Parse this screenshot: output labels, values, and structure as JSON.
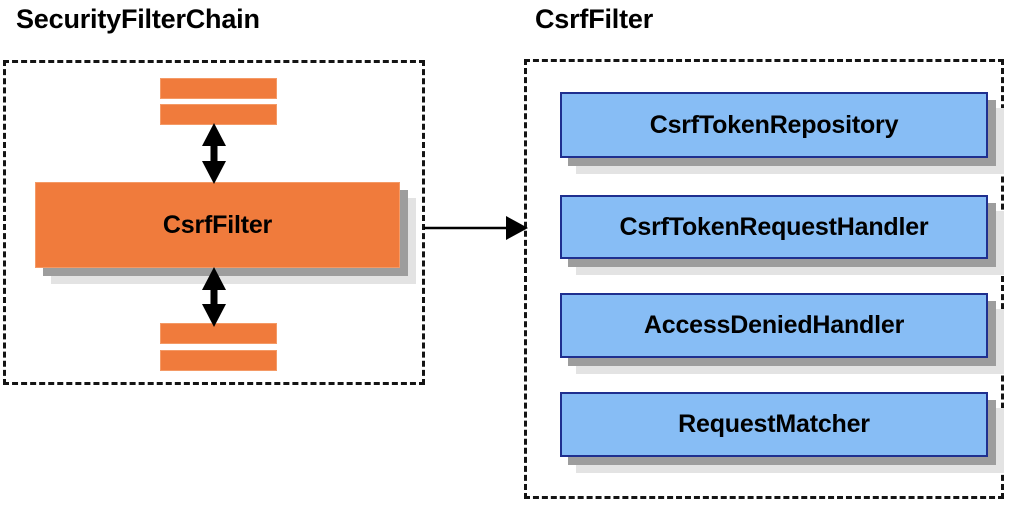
{
  "diagram": {
    "type": "component-relationship-diagram",
    "background": "#ffffff",
    "colors": {
      "orange_fill": "#F07B3C",
      "orange_border": "#F49A66",
      "blue_fill": "#87BDF5",
      "blue_border": "#1F2F8F",
      "shadow_dark": "#9d9d9d",
      "shadow_light": "#e3e3e3",
      "dashed_border": "#141414",
      "text": "#000000"
    }
  },
  "panels": {
    "left": {
      "title": "SecurityFilterChain",
      "focus_node": {
        "label": "CsrfFilter"
      },
      "top_bars": [
        {
          "name": "filter-bar-top-1"
        },
        {
          "name": "filter-bar-top-2"
        }
      ],
      "bottom_bars": [
        {
          "name": "filter-bar-bottom-1"
        },
        {
          "name": "filter-bar-bottom-2"
        }
      ],
      "connectors": [
        {
          "name": "arrow-up-down-above-csrffilter",
          "kind": "double-headed-vertical"
        },
        {
          "name": "arrow-up-down-below-csrffilter",
          "kind": "double-headed-vertical"
        }
      ]
    },
    "right": {
      "title": "CsrfFilter",
      "collaborators": [
        {
          "label": "CsrfTokenRepository"
        },
        {
          "label": "CsrfTokenRequestHandler"
        },
        {
          "label": "AccessDeniedHandler"
        },
        {
          "label": "RequestMatcher"
        }
      ]
    }
  },
  "connector": {
    "cross_panel_arrow": {
      "name": "arrow-securityfilterchain-to-csrffilter",
      "kind": "single-headed-horizontal"
    }
  }
}
